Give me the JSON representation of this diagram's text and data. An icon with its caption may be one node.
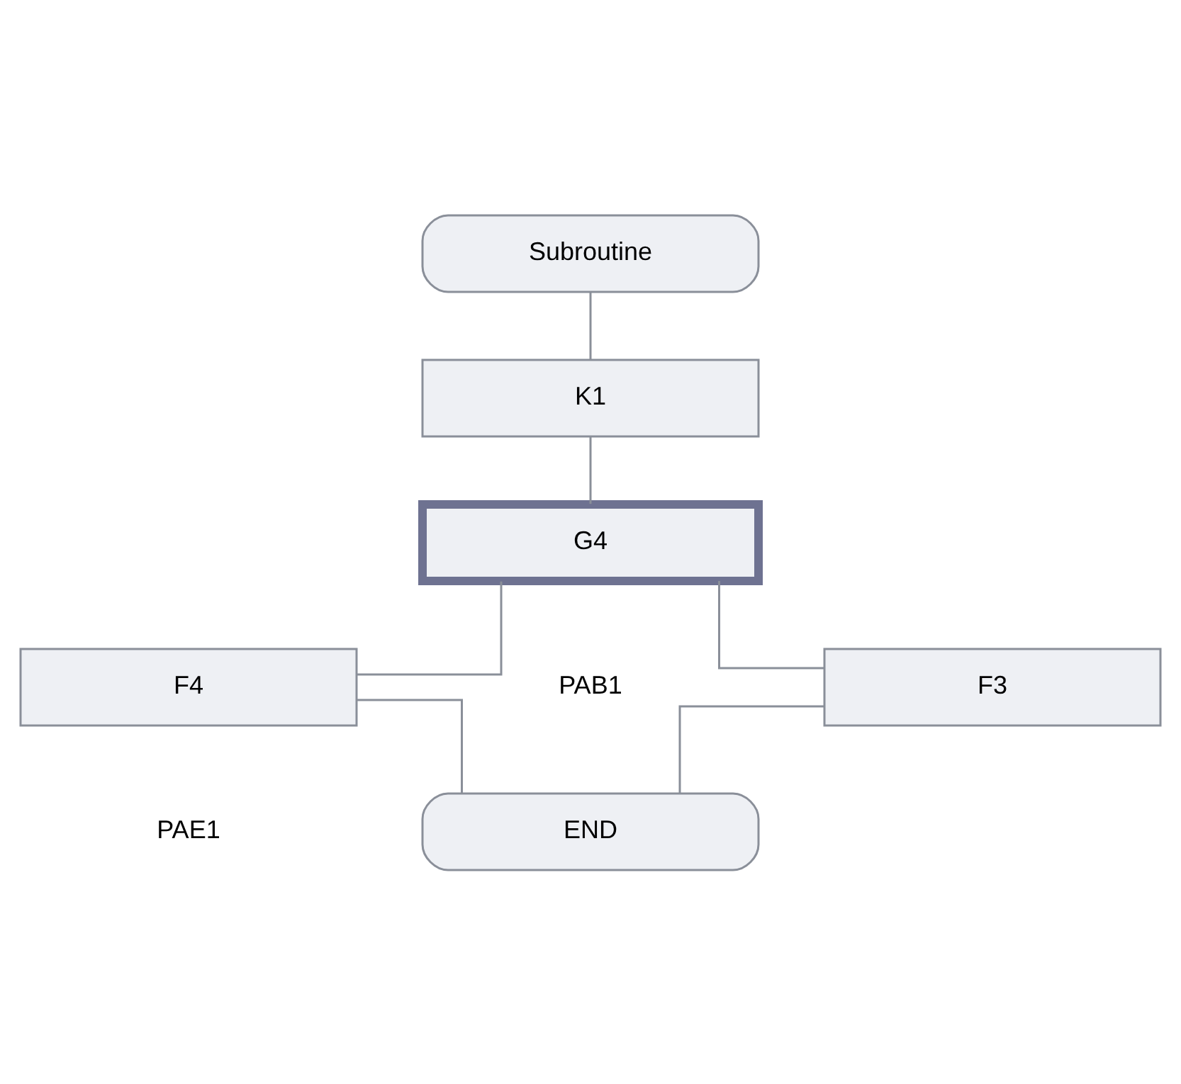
{
  "diagram": {
    "nodes": [
      {
        "text": [
          "Subroutine"
        ]
      },
      {
        "text": [
          "K1"
        ]
      },
      {
        "text": [
          "G4"
        ]
      },
      {
        "text": [
          "F3"
        ]
      },
      {
        "text": [
          "F4"
        ]
      },
      {
        "text": [
          "END"
        ]
      }
    ],
    "edges": [
      {
        "from": 0,
        "to": 1,
        "arrow": "none"
      },
      {
        "from": 1,
        "to": 2,
        "arrow": "none"
      },
      {
        "from": 2,
        "to": 3,
        "arrow": "none"
      },
      {
        "from": 2,
        "to": 4,
        "arrow": "none"
      },
      {
        "from": 3,
        "to": 5,
        "arrow": "none"
      },
      {
        "from": 4,
        "to": 5,
        "arrow": "none"
      }
    ],
    "labels": [
      "PAB1",
      "PAE1"
    ]
  }
}
